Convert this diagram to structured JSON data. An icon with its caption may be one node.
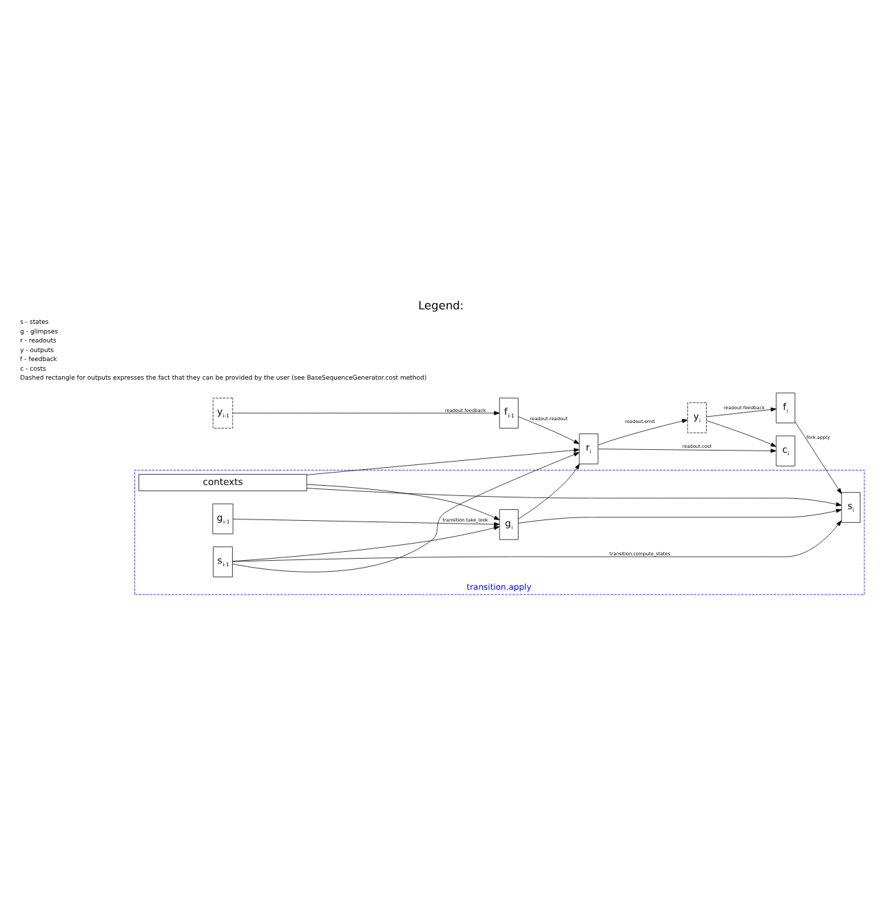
{
  "diagram": {
    "title": "Legend:",
    "nodes": [
      {
        "text": [
          "y$_{i-1}$"
        ]
      },
      {
        "text": [
          "f$_{i-1}$"
        ]
      },
      {
        "text": [
          "r$_{i}$"
        ]
      },
      {
        "text": [
          "c$_{i}$"
        ]
      },
      {
        "text": [
          "y$_{i}$"
        ]
      },
      {
        "text": [
          "f$_{i}$"
        ]
      },
      {
        "text": [
          "transition.apply"
        ]
      },
      {
        "text": [
          "g$_{i-1}$"
        ],
        "in": 6
      },
      {
        "text": [
          "g$_{i}$"
        ],
        "in": 6
      },
      {
        "text": [
          "s$_{i-1}$"
        ],
        "in": 6
      },
      {
        "text": [
          "s$_{i}$"
        ],
        "in": 6
      },
      {
        "text": [
          "contexts"
        ],
        "in": 6
      }
    ],
    "edges": [
      {
        "from": 0,
        "to": 1,
        "arrow": "to",
        "label": "readout.feedback"
      },
      {
        "from": 1,
        "to": 2,
        "arrow": "to",
        "label": "readout.readout"
      },
      {
        "from": 9,
        "to": 2,
        "arrow": "to"
      },
      {
        "from": 11,
        "to": 2,
        "arrow": "to"
      },
      {
        "from": 8,
        "to": 2,
        "arrow": "to"
      },
      {
        "from": 2,
        "to": 4,
        "arrow": "to",
        "label": "readout.emit"
      },
      {
        "from": 2,
        "to": 3,
        "arrow": "to",
        "label": "readout.cost"
      },
      {
        "from": 4,
        "to": 3,
        "arrow": "to"
      },
      {
        "from": 4,
        "to": 5,
        "arrow": "to",
        "label": "readout.feedback"
      },
      {
        "from": 7,
        "to": 8,
        "arrow": "to",
        "label": "transition.take_look"
      },
      {
        "from": 9,
        "to": 8,
        "arrow": "to"
      },
      {
        "from": 11,
        "to": 8,
        "arrow": "to"
      },
      {
        "from": 9,
        "to": 10,
        "arrow": "to",
        "label": "transition.compute_states"
      },
      {
        "from": 8,
        "to": 10,
        "arrow": "to"
      },
      {
        "from": 11,
        "to": 10,
        "arrow": "to"
      },
      {
        "from": 5,
        "to": 10,
        "arrow": "to",
        "label": "fork.apply"
      }
    ],
    "labels": [
      "s - states",
      "g - glimpses",
      "r - readouts",
      "y - outputs",
      "f - feedback",
      "c - costs",
      "Dashed rectangle for outputs expresses the fact that they can be provided by the user (see BaseSequenceGenerator.cost method)"
    ]
  }
}
